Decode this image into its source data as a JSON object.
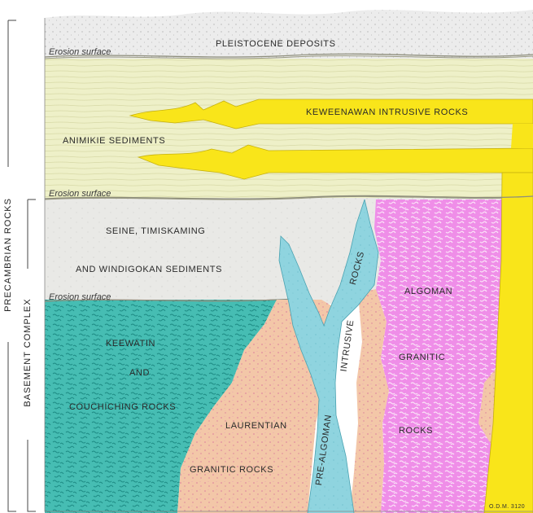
{
  "diagram": {
    "side_labels": {
      "outer": "PRECAMBRIAN ROCKS",
      "inner": "BASEMENT COMPLEX"
    },
    "erosion_surfaces": [
      "Erosion surface",
      "Erosion surface",
      "Erosion surface"
    ],
    "units": {
      "pleistocene": "PLEISTOCENE DEPOSITS",
      "keweenawan": "KEWEENAWAN INTRUSIVE ROCKS",
      "animikie": "ANIMIKIE SEDIMENTS",
      "seine_line1": "SEINE, TIMISKAMING",
      "seine_line2": "AND WINDIGOKAN SEDIMENTS",
      "keewatin_line1": "KEEWATIN",
      "keewatin_line2": "AND",
      "keewatin_line3": "COUCHICHING ROCKS",
      "laurentian_line1": "LAURENTIAN",
      "laurentian_line2": "GRANITIC ROCKS",
      "pre_algoman_line1": "PRE-ALGOMAN",
      "pre_algoman_line2": "INTRUSIVE",
      "pre_algoman_line3": "ROCKS",
      "algoman_line1": "ALGOMAN",
      "algoman_line2": "GRANITIC",
      "algoman_line3": "ROCKS"
    },
    "credit": "O.D.M. 3120",
    "colors": {
      "pleistocene": "#ececec",
      "animikie": "#eef0c8",
      "seine": "#e9e9e6",
      "keewatin": "#46bdb3",
      "laurentian": "#f3c7a8",
      "pre_algoman": "#8fd4df",
      "algoman": "#ef8ee8",
      "keweenawan": "#f9e51a"
    }
  }
}
